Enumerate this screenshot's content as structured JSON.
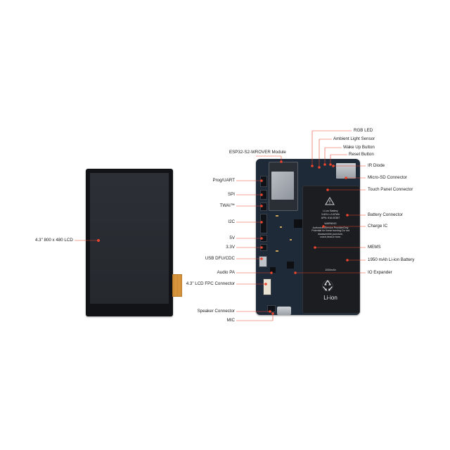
{
  "colors": {
    "accent": "#e8442e",
    "lcd_frame": "#111316",
    "pcb": "#1e2a38",
    "battery": "#1b1d21"
  },
  "lcd": {
    "label": "4.3\" 800 x 480 LCD"
  },
  "labels_left": [
    "Prog/UART",
    "SPI",
    "TWAI™",
    "I2C",
    "5V",
    "3.3V",
    "USB DFU/CDC",
    "Audio PA",
    "4.3\" LCD FPC Connector",
    "Speaker Connector",
    "MIC"
  ],
  "labels_top": [
    "ESP32-S2-WROVER Module",
    "RGB LED",
    "Ambient Light Sensor",
    "Wake Up Button",
    "Reset Button"
  ],
  "labels_right": [
    "IR Diode",
    "Micro-SD Connector",
    "Touch Panel Connector",
    "Battery Connector",
    "Charge IC",
    "MEMS",
    "1950 mAh Li-ion Battery",
    "IO Expander"
  ],
  "battery": {
    "title": "Li-ion Battery",
    "spec": "3.82V==3.87Wh",
    "pn": "APN: 616-00387",
    "warning": "WARNING",
    "note": "AuthorizedService ProviderOnly Potential for linear burning.Do not disassemble,puncture, crush,heat,or burn.",
    "capacity": "1000mAh",
    "chem": "Li-ion"
  }
}
